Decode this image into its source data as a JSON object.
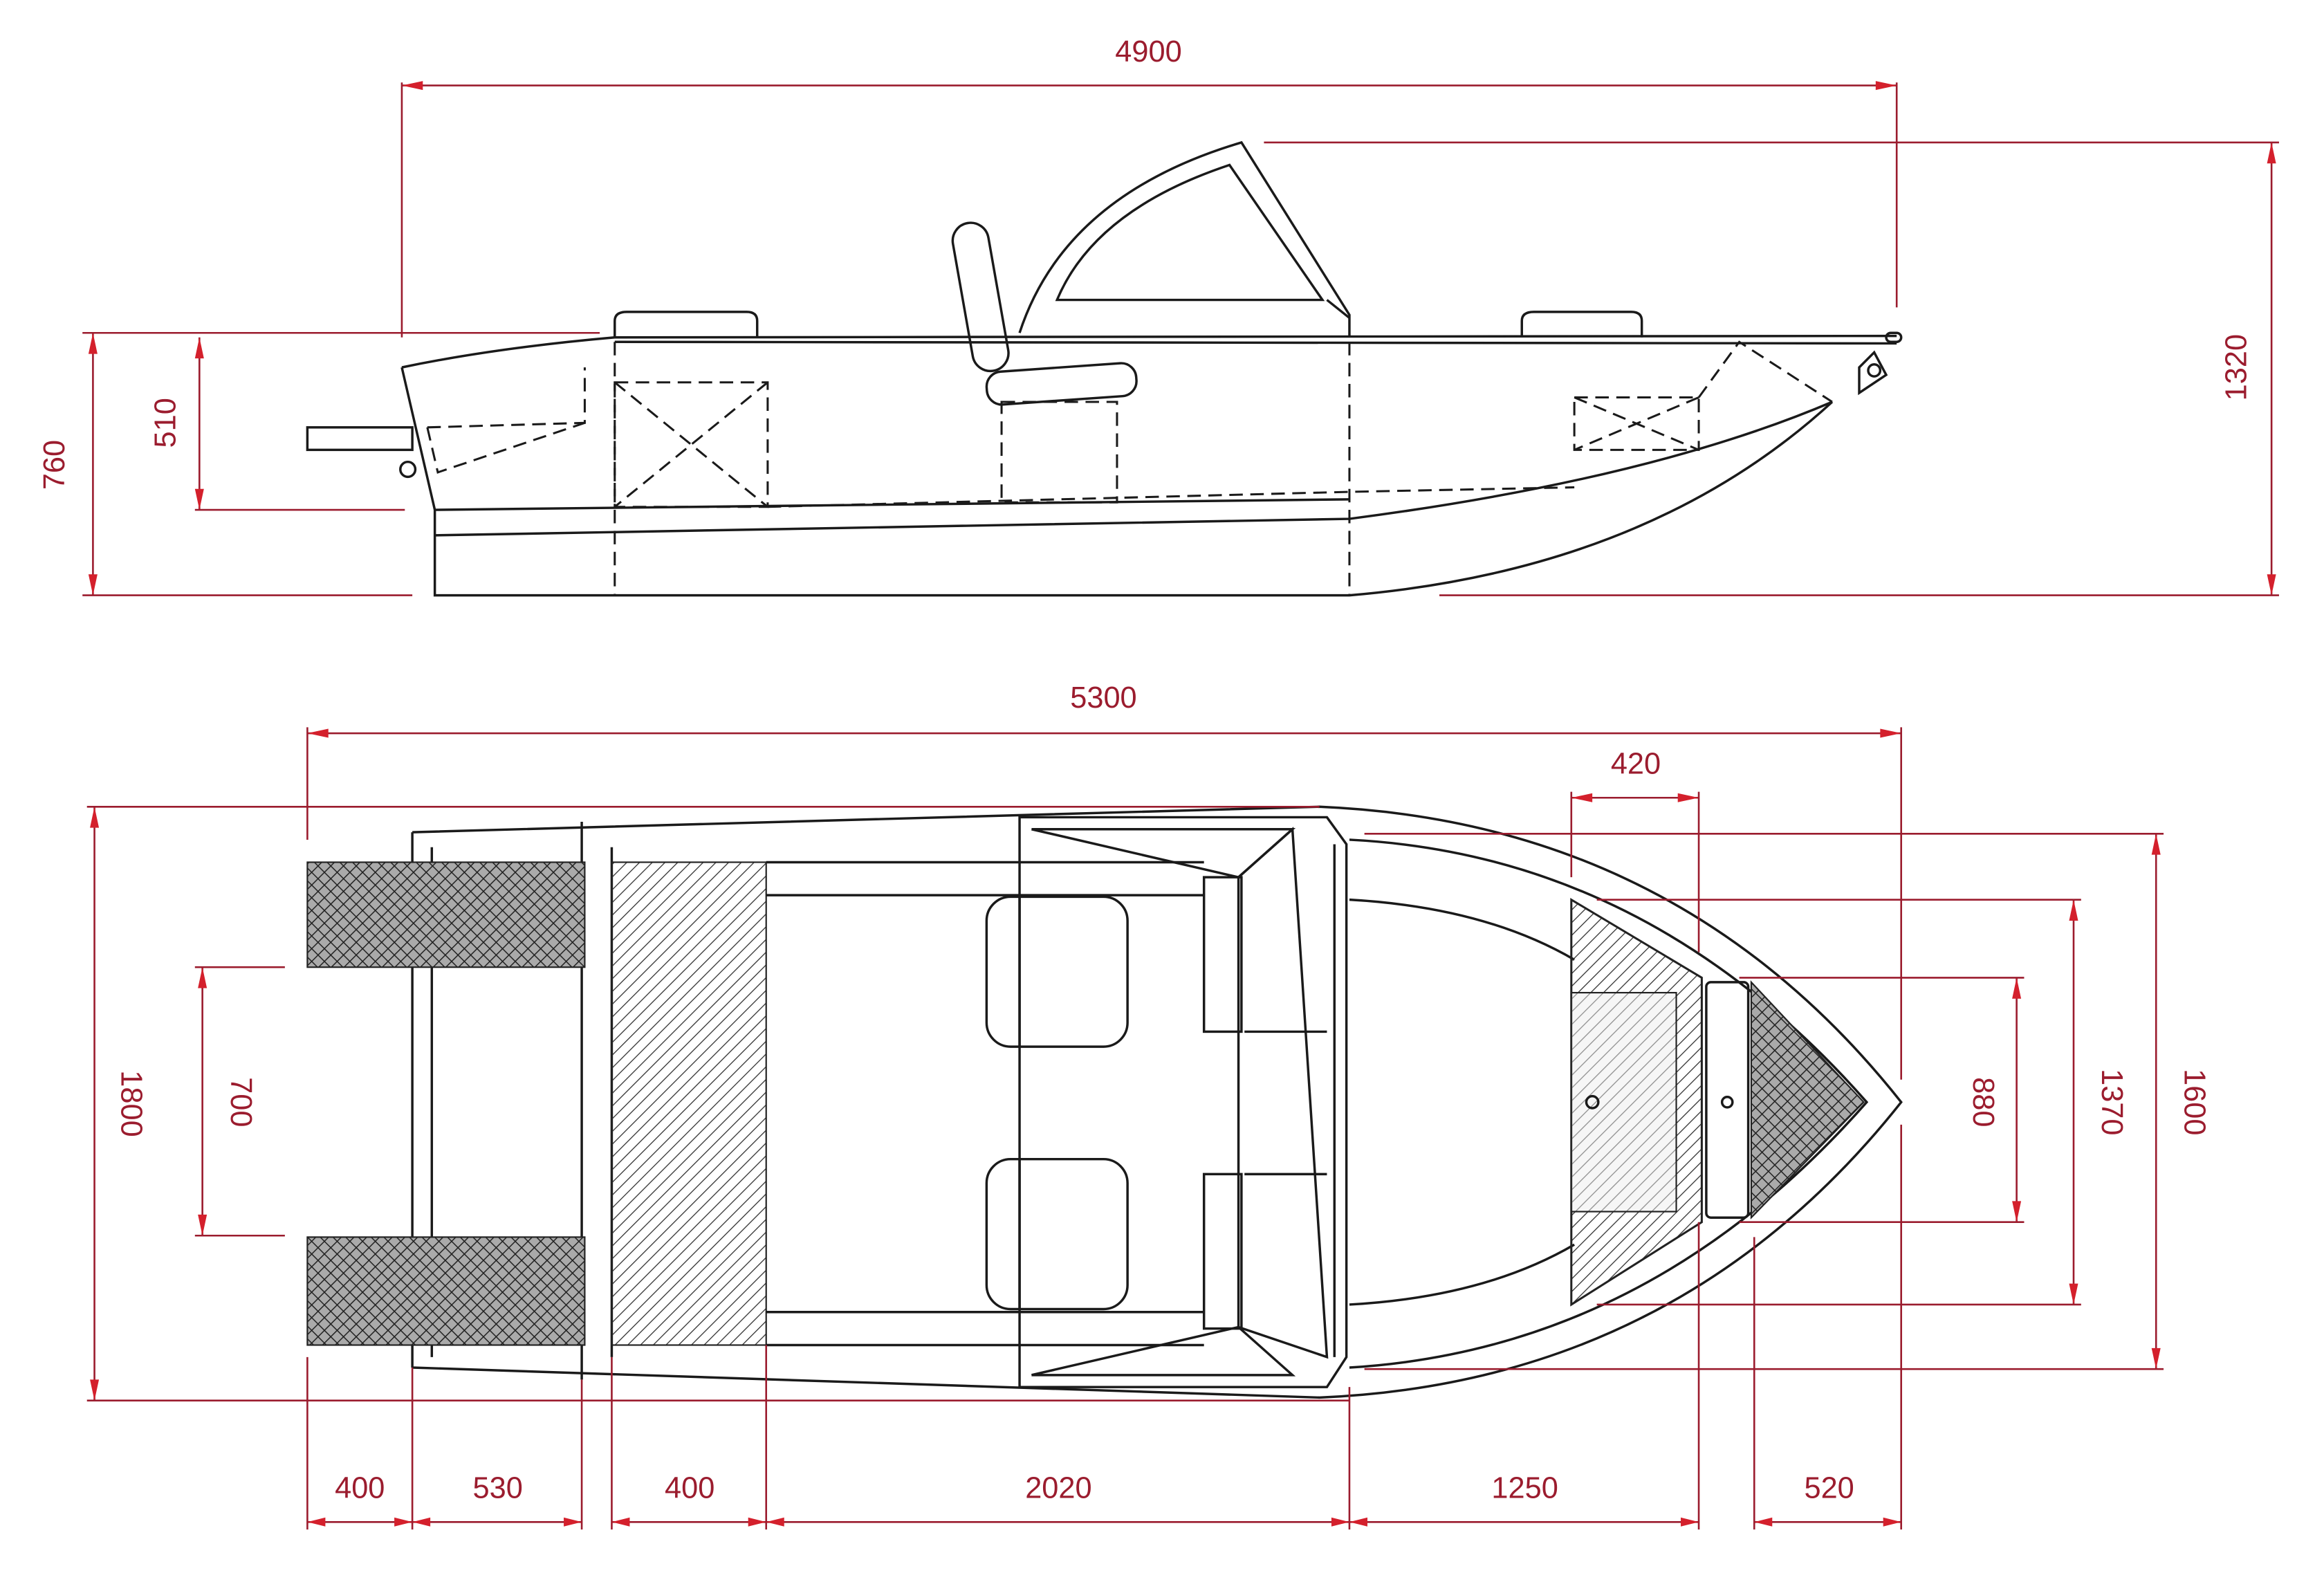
{
  "drawing": {
    "side_view": {
      "overall_length": "4900",
      "overall_height": "1320",
      "transom_height": "760",
      "engine_bracket_height": "510"
    },
    "top_view": {
      "overall_length": "5300",
      "overall_beam": "1800",
      "engine_spacing": "700",
      "bow_hatch_length": "420",
      "bow_width_inner": "880",
      "bow_width_mid": "1370",
      "bow_width_outer": "1600",
      "segments": [
        "400",
        "530",
        "400",
        "2020",
        "1250",
        "520"
      ]
    },
    "colors": {
      "dimension": "#9b1c2e",
      "arrow": "#d4202c",
      "line": "#1a1a1a"
    }
  }
}
